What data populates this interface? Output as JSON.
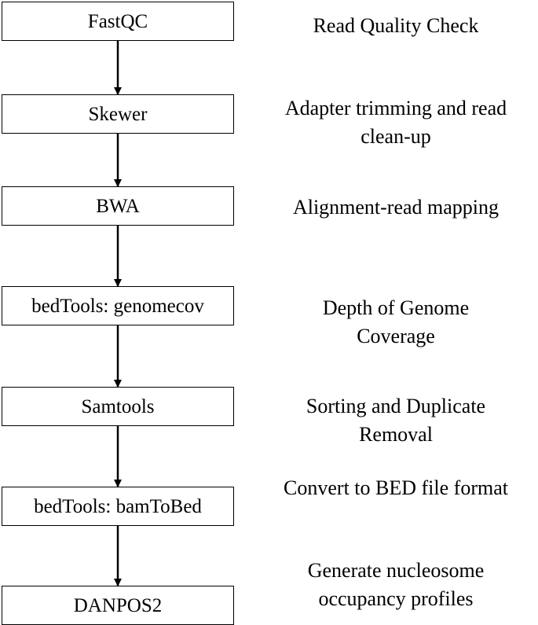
{
  "steps": [
    {
      "tool": "FastQC",
      "description": [
        "Read Quality Check"
      ]
    },
    {
      "tool": "Skewer",
      "description": [
        "Adapter trimming and read",
        "clean-up"
      ]
    },
    {
      "tool": "BWA",
      "description": [
        "Alignment-read mapping"
      ]
    },
    {
      "tool": "bedTools: genomecov",
      "description": [
        "Depth of Genome",
        "Coverage"
      ]
    },
    {
      "tool": "Samtools",
      "description": [
        "Sorting and Duplicate",
        "Removal"
      ]
    },
    {
      "tool": "bedTools: bamToBed",
      "description": [
        "Convert to BED file format"
      ]
    },
    {
      "tool": "DANPOS2",
      "description": [
        "Generate nucleosome",
        "occupancy profiles"
      ]
    }
  ],
  "colors": {
    "line": "#000000",
    "background": "#ffffff"
  }
}
